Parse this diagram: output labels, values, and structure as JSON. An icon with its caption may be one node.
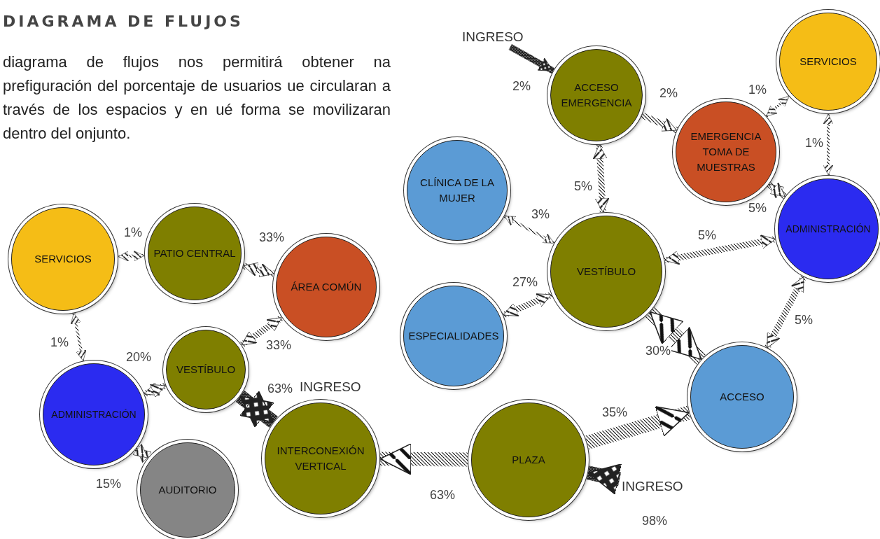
{
  "diagram": {
    "title": "DIAGRAMA DE FLUJOS",
    "nodes": [
      {
        "text": [
          "SERVICIOS"
        ]
      },
      {
        "text": [
          "PATIO CENTRAL"
        ]
      },
      {
        "text": [
          "ÁREA COMÚN"
        ]
      },
      {
        "text": [
          "VESTÍBULO"
        ]
      },
      {
        "text": [
          "ADMINISTRACIÓN"
        ]
      },
      {
        "text": [
          "AUDITORIO"
        ]
      },
      {
        "text": [
          "INTERCONEXIÓN VERTICAL"
        ]
      },
      {
        "text": [
          "PLAZA"
        ]
      },
      {
        "text": [
          "ACCESO"
        ]
      },
      {
        "text": [
          "VESTÍBULO"
        ]
      },
      {
        "text": [
          "ESPECIALIDADES"
        ]
      },
      {
        "text": [
          "CLÍNICA DE LA MUJER"
        ]
      },
      {
        "text": [
          "ACCESO EMERGENCIA"
        ]
      },
      {
        "text": [
          "EMERGENCIA TOMA DE MUESTRAS"
        ]
      },
      {
        "text": [
          "SERVICIOS"
        ]
      },
      {
        "text": [
          "ADMINISTRACIÓN"
        ]
      },
      {
        "text": [
          "INGRESO"
        ]
      },
      {
        "text": [
          "INGRESO"
        ]
      }
    ],
    "edges": [
      {
        "from": 0,
        "to": 1,
        "arrow": "both",
        "label": "1%"
      },
      {
        "from": 1,
        "to": 2,
        "arrow": "both",
        "label": "33%"
      },
      {
        "from": 3,
        "to": 2,
        "arrow": "both",
        "label": "33%"
      },
      {
        "from": 0,
        "to": 4,
        "arrow": "both",
        "label": "1%"
      },
      {
        "from": 4,
        "to": 3,
        "arrow": "both",
        "label": "20%"
      },
      {
        "from": 4,
        "to": 5,
        "arrow": "both",
        "label": "15%"
      },
      {
        "from": 3,
        "to": 6,
        "arrow": "both",
        "label": "63%",
        "style": "thick",
        "color": "#222222"
      },
      {
        "from": 7,
        "to": 6,
        "arrow": "to",
        "label": "63%",
        "style": "thick"
      },
      {
        "from": 17,
        "to": 7,
        "arrow": "to",
        "label": "98%",
        "style": "thick",
        "color": "#222222"
      },
      {
        "from": 7,
        "to": 8,
        "arrow": "to",
        "label": "35%",
        "style": "thick"
      },
      {
        "from": 8,
        "to": 9,
        "arrow": "both",
        "label": "30%",
        "style": "thick"
      },
      {
        "from": 8,
        "to": 15,
        "arrow": "both",
        "label": "5%"
      },
      {
        "from": 9,
        "to": 15,
        "arrow": "both",
        "label": "5%"
      },
      {
        "from": 9,
        "to": 10,
        "arrow": "both",
        "label": "27%"
      },
      {
        "from": 11,
        "to": 9,
        "arrow": "both",
        "label": "3%"
      },
      {
        "from": 9,
        "to": 12,
        "arrow": "both",
        "label": "5%"
      },
      {
        "from": 16,
        "to": 12,
        "arrow": "to",
        "label": "2%",
        "color": "#222222"
      },
      {
        "from": 12,
        "to": 13,
        "arrow": "to",
        "label": "2%"
      },
      {
        "from": 13,
        "to": 14,
        "arrow": "both",
        "label": "1%"
      },
      {
        "from": 14,
        "to": 15,
        "arrow": "both",
        "label": "1%"
      },
      {
        "from": 13,
        "to": 15,
        "arrow": "both",
        "label": "5%"
      }
    ],
    "labels": [
      "diagrama de flujos nos permitirá obtener na prefiguración del porcentaje de usuarios ue circularan a través de los espacios y en ué forma se movilizaran dentro del onjunto.",
      "INGRESO"
    ]
  }
}
